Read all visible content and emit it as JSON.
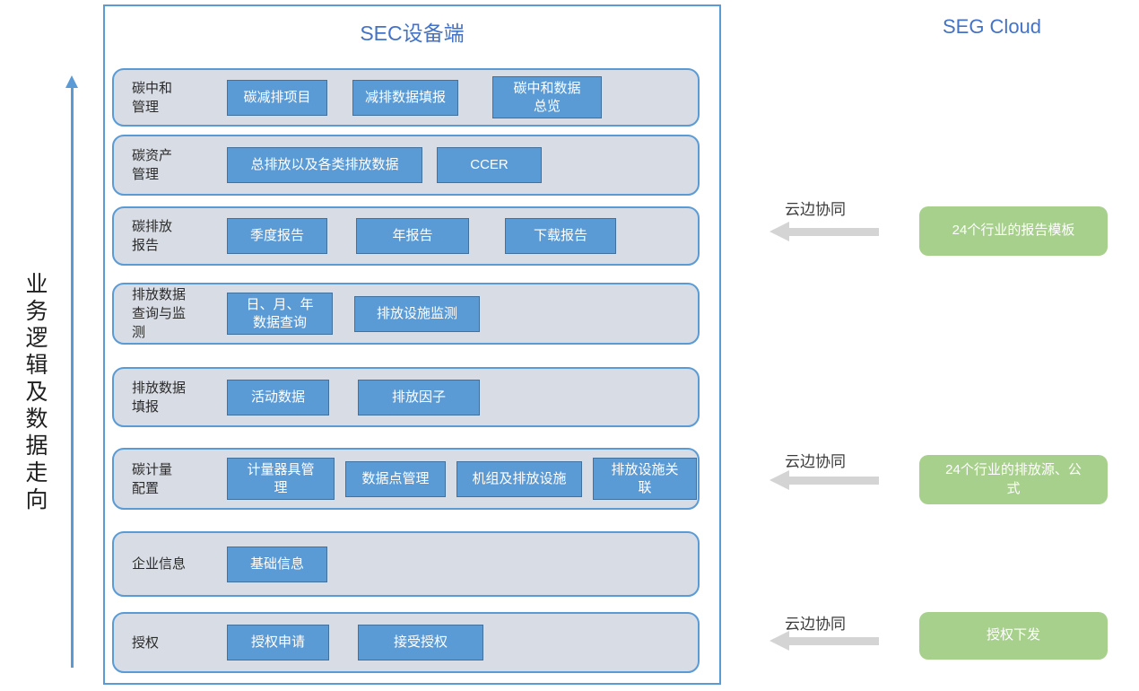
{
  "left_panel": {
    "flow_label": "业务逻辑及数据走向"
  },
  "device_panel": {
    "title": "SEC设备端",
    "rows": [
      {
        "label": "碳中和\n管理",
        "buttons": [
          "碳减排项目",
          "减排数据填报",
          "碳中和数据\n总览"
        ]
      },
      {
        "label": "碳资产\n管理",
        "buttons": [
          "总排放以及各类排放数据",
          "CCER"
        ]
      },
      {
        "label": "碳排放\n报告",
        "buttons": [
          "季度报告",
          "年报告",
          "下载报告"
        ]
      },
      {
        "label": "排放数据\n查询与监\n测",
        "buttons": [
          "日、月、年\n数据查询",
          "排放设施监测"
        ]
      },
      {
        "label": "排放数据\n填报",
        "buttons": [
          "活动数据",
          "排放因子"
        ]
      },
      {
        "label": "碳计量\n配置",
        "buttons": [
          "计量器具管\n理",
          "数据点管理",
          "机组及排放设施",
          "排放设施关\n联"
        ]
      },
      {
        "label": "企业信息",
        "buttons": [
          "基础信息"
        ]
      },
      {
        "label": "授权",
        "buttons": [
          "授权申请",
          "接受授权"
        ]
      }
    ]
  },
  "cloud_panel": {
    "title": "SEG Cloud",
    "connections": [
      {
        "label": "云边协同",
        "box": "24个行业的报告模板"
      },
      {
        "label": "云边协同",
        "box": "24个行业的排放源、公\n式"
      },
      {
        "label": "云边协同",
        "box": "授权下发"
      }
    ]
  },
  "colors": {
    "accent_blue": "#4472C4",
    "button_blue": "#5B9BD5",
    "button_border": "#41719C",
    "row_background": "#D8DCE4",
    "row_border": "#5B9BD5",
    "green_box": "#A8D08D",
    "arrow_gray": "#D4D4D4"
  }
}
